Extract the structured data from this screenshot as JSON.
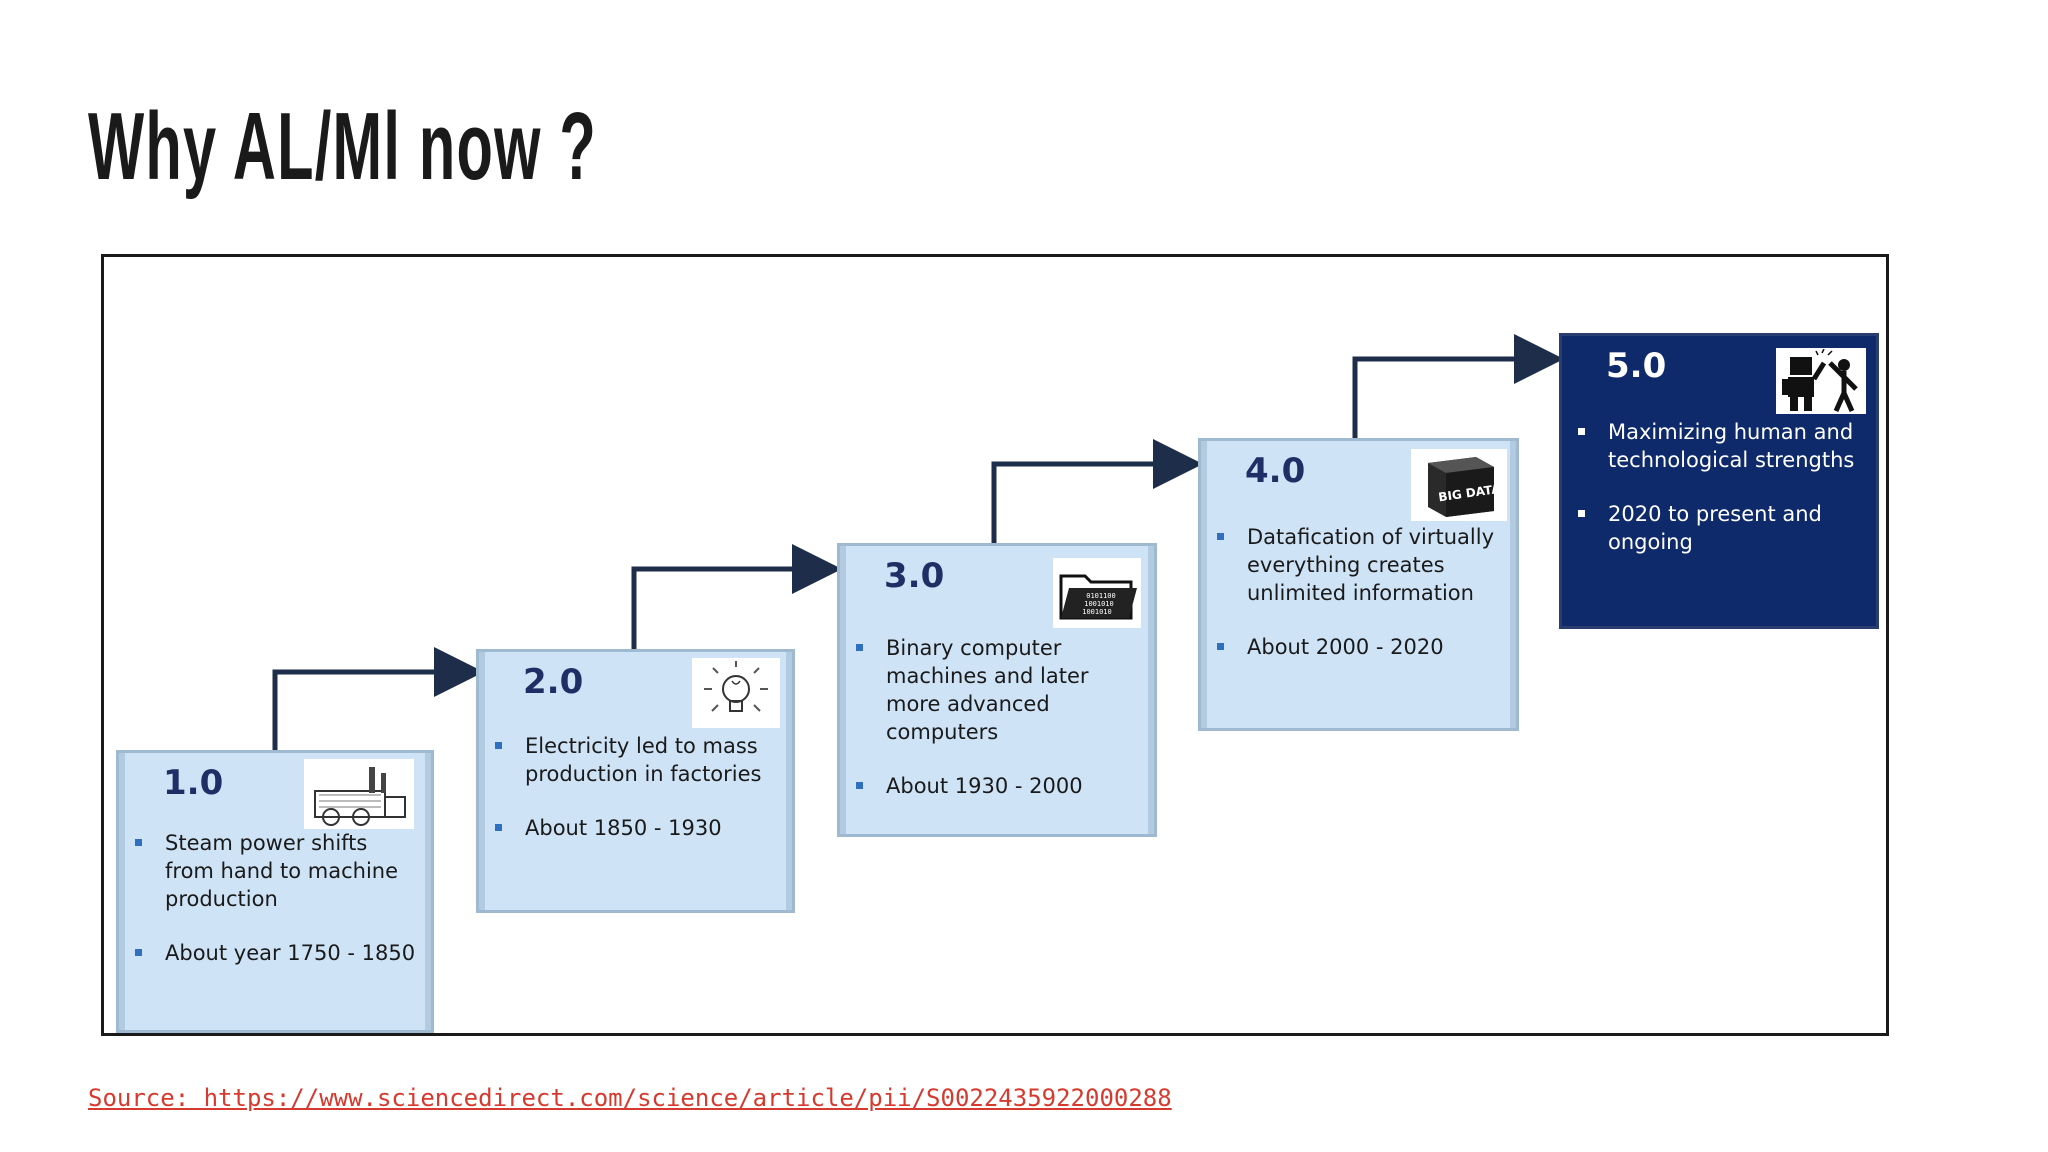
{
  "title": "Why AL/Ml now ?",
  "stages": [
    {
      "number": "1.0",
      "bullets": [
        "Steam power shifts from hand to machine production",
        "About year 1750 - 1850"
      ],
      "icon": "steam-engine-icon"
    },
    {
      "number": "2.0",
      "bullets": [
        "Electricity led to mass production in factories",
        "About 1850 - 1930"
      ],
      "icon": "light-bulb-icon"
    },
    {
      "number": "3.0",
      "bullets": [
        "Binary computer machines and later more advanced computers",
        "About 1930 - 2000"
      ],
      "icon": "binary-folder-icon",
      "icon_text": [
        "0101100",
        "1001010",
        "1001010"
      ]
    },
    {
      "number": "4.0",
      "bullets": [
        "Datafication of virtually everything creates unlimited information",
        "About 2000 - 2020"
      ],
      "icon": "big-data-cube-icon",
      "icon_text": "BIG DATA"
    },
    {
      "number": "5.0",
      "bullets": [
        "Maximizing human and technological strengths",
        "2020 to present and ongoing"
      ],
      "icon": "robot-human-high-five-icon"
    }
  ],
  "source": "Source: https://www.sciencedirect.com/science/article/pii/S0022435922000288",
  "colors": {
    "stage_fill": "#cfe3f6",
    "stage_final": "#0e2a6b",
    "arrow": "#1e2d4a",
    "link": "#d63a2e"
  }
}
